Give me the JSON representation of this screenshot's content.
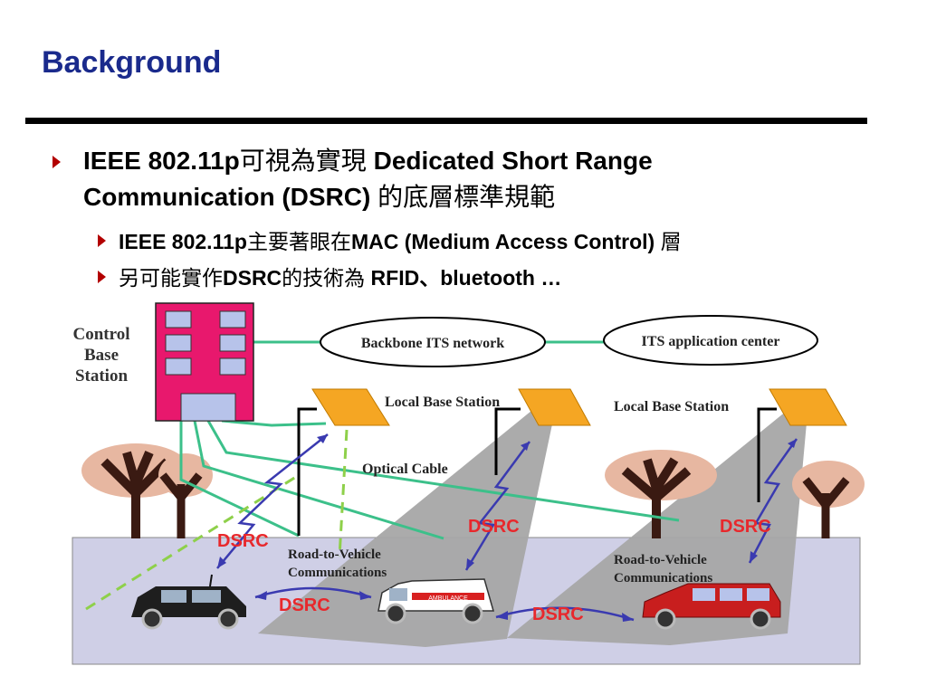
{
  "title": "Background",
  "bullets": {
    "l1_part1": "IEEE 802.11p",
    "l1_part2": "可視為實現",
    "l1_part3": " Dedicated Short Range Communication (DSRC) ",
    "l1_part4": "的底層標準規範",
    "l2a_part1": "IEEE 802.11p",
    "l2a_part2": "主要著眼在",
    "l2a_part3": "MAC (Medium Access Control) ",
    "l2a_part4": "層",
    "l2b_part1": "另可能實作",
    "l2b_part2": "DSRC",
    "l2b_part3": "的技術為",
    "l2b_part4": " RFID、bluetooth …"
  },
  "diagram": {
    "control_base_station": [
      "Control",
      "Base",
      "Station"
    ],
    "backbone": "Backbone  ITS  network",
    "its_center": "ITS application center",
    "local_base_station_1": "Local Base Station",
    "local_base_station_2": "Local Base Station",
    "optical_cable": "Optical Cable",
    "dsrc_1": "DSRC",
    "dsrc_2": "DSRC",
    "dsrc_3": "DSRC",
    "dsrc_4": "DSRC",
    "dsrc_5": "DSRC",
    "r2v_1": [
      "Road-to-Vehicle",
      "Communications"
    ],
    "r2v_2": [
      "Road-to-Vehicle",
      "Communications"
    ],
    "ambulance_label": "AMBULANCE"
  },
  "colors": {
    "title": "#1a2a8c",
    "bullet": "#b30000",
    "building": "#e8186d",
    "cable": "#3cc08a",
    "dsrc_label": "#e8282c",
    "link": "#3a3ab0",
    "ground": "#cfcfe6",
    "panel": "#f5a623",
    "cone": "#9e9e9e"
  }
}
